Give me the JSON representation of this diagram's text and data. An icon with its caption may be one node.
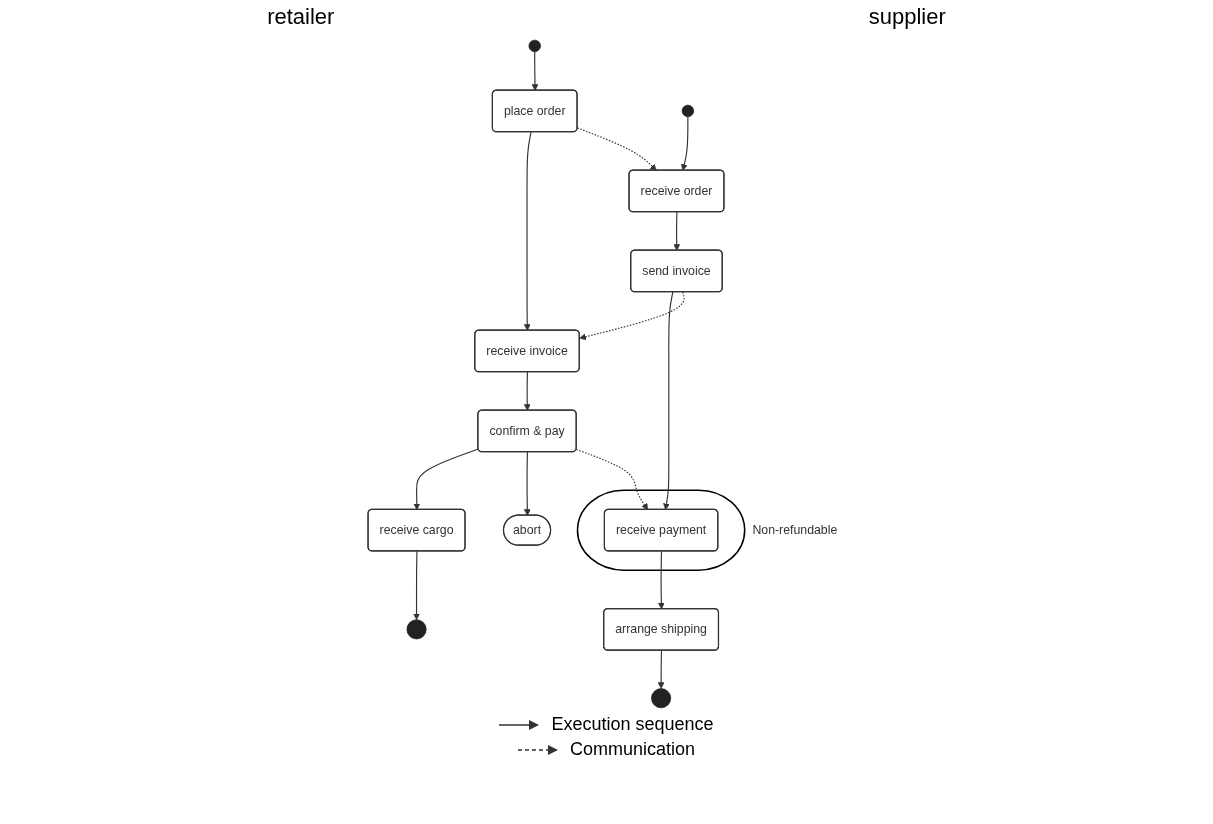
{
  "diagram": {
    "nodes": [
      {
        "text": [],
        "shape": "circle"
      },
      {
        "text": [
          "place order"
        ]
      },
      {
        "text": [
          "receive invoice"
        ]
      },
      {
        "text": [
          "confirm & pay"
        ]
      },
      {
        "text": [
          "abort"
        ]
      },
      {
        "text": [
          "receive cargo"
        ]
      },
      {
        "text": [],
        "shape": "circle"
      },
      {
        "text": [],
        "shape": "circle"
      },
      {
        "text": [
          "receive order"
        ]
      },
      {
        "text": [
          "send invoice"
        ]
      },
      {
        "text": [
          "Non-refundable"
        ]
      },
      {
        "text": [
          "receive payment"
        ],
        "in": 10
      },
      {
        "text": [
          "arrange shipping"
        ]
      },
      {
        "text": [],
        "shape": "circle"
      }
    ],
    "edges": [
      {
        "from": 0,
        "to": 1,
        "arrow": "to"
      },
      {
        "from": 1,
        "to": 2,
        "arrow": "to"
      },
      {
        "from": 2,
        "to": 3,
        "arrow": "to"
      },
      {
        "from": 3,
        "to": 5,
        "arrow": "to"
      },
      {
        "from": 3,
        "to": 4,
        "arrow": "to"
      },
      {
        "from": 5,
        "to": 6,
        "arrow": "to"
      },
      {
        "from": 7,
        "to": 8,
        "arrow": "to"
      },
      {
        "from": 8,
        "to": 9,
        "arrow": "to"
      },
      {
        "from": 9,
        "to": 11,
        "arrow": "to"
      },
      {
        "from": 11,
        "to": 12,
        "arrow": "to"
      },
      {
        "from": 12,
        "to": 13,
        "arrow": "to"
      },
      {
        "from": 1,
        "to": 8,
        "arrow": "to",
        "style": "dashed"
      },
      {
        "from": 9,
        "to": 2,
        "arrow": "to",
        "style": "dashed"
      },
      {
        "from": 3,
        "to": 11,
        "arrow": "to",
        "style": "dashed"
      }
    ],
    "labels": [
      "retailer",
      "supplier"
    ],
    "legend": [
      {
        "text": "Execution sequence"
      },
      {
        "text": "Communication"
      }
    ]
  }
}
